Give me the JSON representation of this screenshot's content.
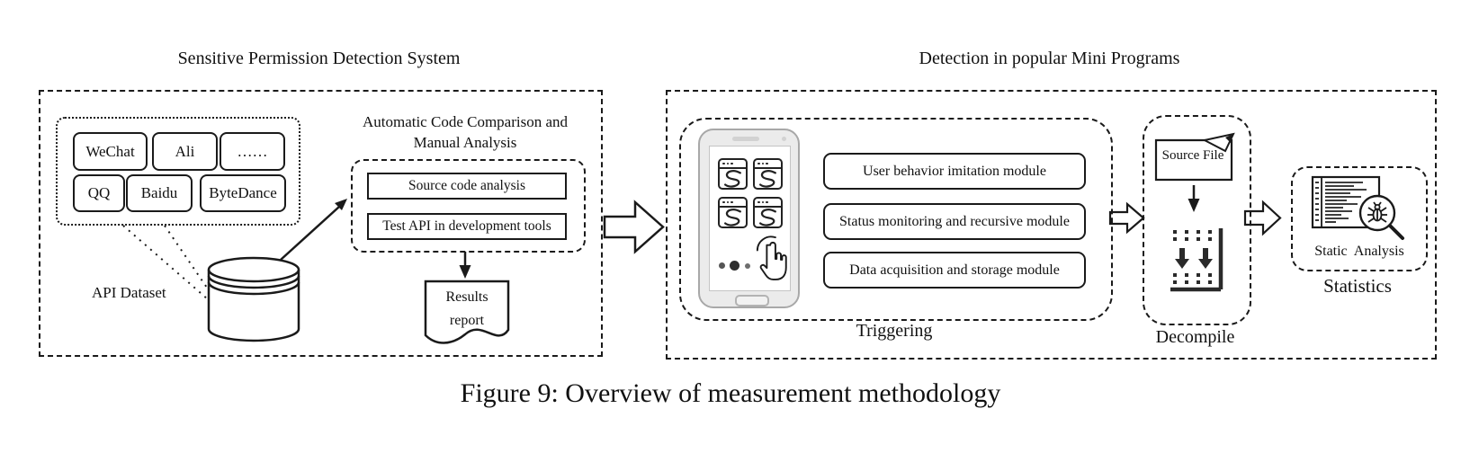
{
  "caption": "Figure 9: Overview of measurement methodology",
  "left": {
    "title": "Sensitive Permission Detection System",
    "vendors": [
      "WeChat",
      "Ali",
      "……",
      "QQ",
      "Baidu",
      "ByteDance"
    ],
    "api_dataset": "API Dataset",
    "analysis_title_1": "Automatic Code Comparison and",
    "analysis_title_2": "Manual Analysis",
    "analysis_steps": [
      "Source code analysis",
      "Test API in development tools"
    ],
    "results_line_1": "Results",
    "results_line_2": "report"
  },
  "right": {
    "title": "Detection in popular Mini Programs",
    "modules": [
      "User behavior imitation module",
      "Status monitoring and recursive module",
      "Data acquisition and storage module"
    ],
    "triggering_label": "Triggering",
    "decompile_label": "Decompile",
    "source_file_label": "Source File",
    "static_analysis_label": "Static Analysis",
    "statistics_label": "Statistics"
  }
}
